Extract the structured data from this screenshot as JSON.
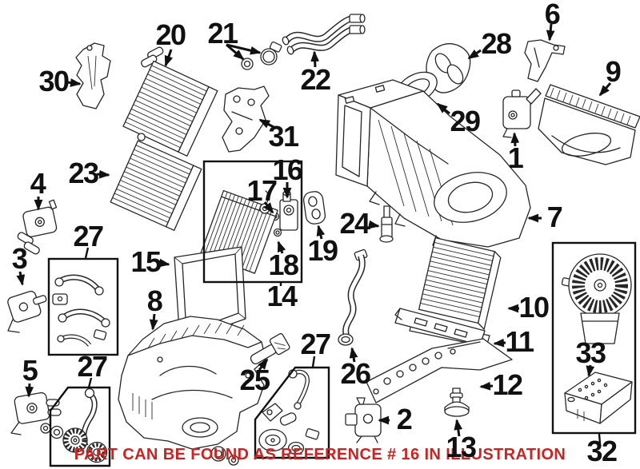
{
  "note": {
    "text": "PART CAN BE FOUND AS REFERENCE # 16 IN ILLUSTRATION",
    "color": "#cc2222"
  },
  "colors": {
    "line": "#262626",
    "label": "#111111",
    "background": "#ffffff"
  },
  "callouts": [
    {
      "ref": "30",
      "part": "mounting-bracket-left"
    },
    {
      "ref": "20",
      "part": "evaporator-core"
    },
    {
      "ref": "21",
      "part": "hose-oring-and-clamp"
    },
    {
      "ref": "22",
      "part": "heater-hose-pair"
    },
    {
      "ref": "28",
      "part": "duct-seal-large"
    },
    {
      "ref": "6",
      "part": "support-bracket"
    },
    {
      "ref": "9",
      "part": "fresh-air-intake-cover"
    },
    {
      "ref": "29",
      "part": "duct-seal-small"
    },
    {
      "ref": "1",
      "part": "flap-actuator-motor"
    },
    {
      "ref": "31",
      "part": "mounting-bracket-center"
    },
    {
      "ref": "7",
      "part": "heater-ac-housing"
    },
    {
      "ref": "23",
      "part": "heater-core"
    },
    {
      "ref": "4",
      "part": "flap-actuator-motor"
    },
    {
      "ref": "16",
      "part": "expansion-valve"
    },
    {
      "ref": "17",
      "part": "o-ring"
    },
    {
      "ref": "18",
      "part": "o-ring"
    },
    {
      "ref": "19",
      "part": "pipe-grommet-seal"
    },
    {
      "ref": "14",
      "part": "evaporator-valve-kit"
    },
    {
      "ref": "24",
      "part": "temperature-sensor"
    },
    {
      "ref": "3",
      "part": "flap-actuator-motor"
    },
    {
      "ref": "27",
      "part": "control-linkage-kit"
    },
    {
      "ref": "15",
      "part": "filter-frame"
    },
    {
      "ref": "8",
      "part": "air-distribution-housing"
    },
    {
      "ref": "5",
      "part": "flap-actuator-motor"
    },
    {
      "ref": "27",
      "part": "control-linkage-kit"
    },
    {
      "ref": "25",
      "part": "control-lever"
    },
    {
      "ref": "26",
      "part": "condensate-drain-tube"
    },
    {
      "ref": "27",
      "part": "control-linkage-kit"
    },
    {
      "ref": "2",
      "part": "flap-actuator-motor"
    },
    {
      "ref": "13",
      "part": "drain-valve-grommet"
    },
    {
      "ref": "12",
      "part": "lower-seal-plate"
    },
    {
      "ref": "11",
      "part": "filter-retainer-rail"
    },
    {
      "ref": "10",
      "part": "cabin-air-filter"
    },
    {
      "ref": "33",
      "part": "blower-resistor"
    },
    {
      "ref": "32",
      "part": "blower-motor-assembly"
    }
  ]
}
